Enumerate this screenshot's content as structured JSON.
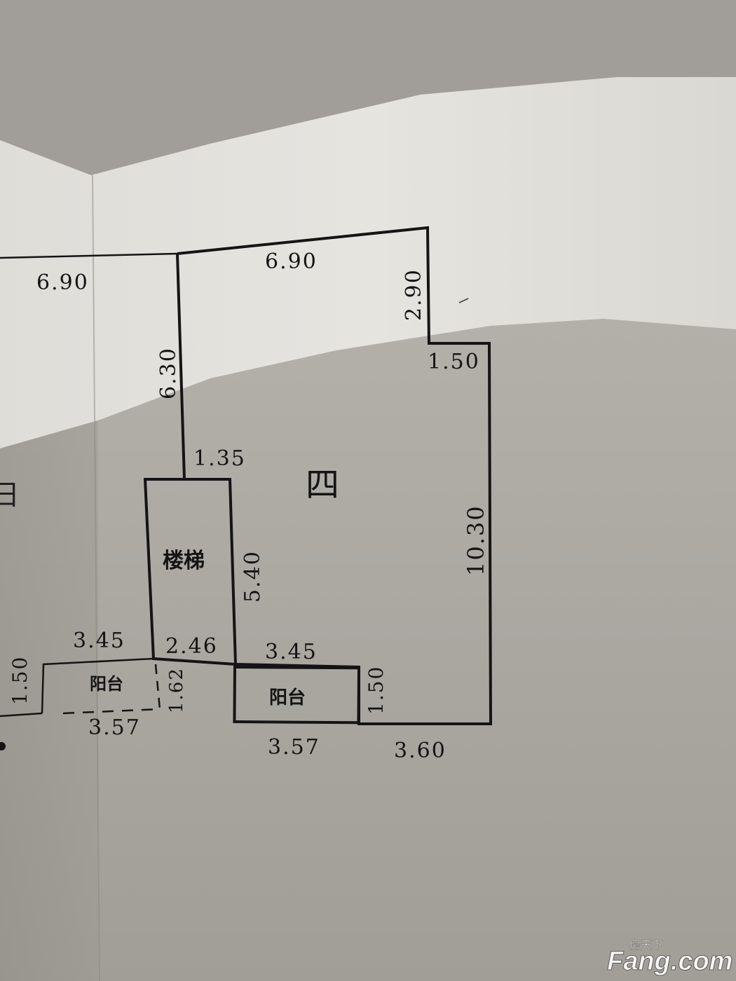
{
  "plan": {
    "room_label": "四",
    "stairs_label": "楼梯",
    "balcony_label": "阳台",
    "left_balcony_label": "阳台",
    "left_partial_char": "日",
    "dims": {
      "top_inner": "6.90",
      "top_left_partial": "6.90",
      "right_upper": "2.90",
      "step_horizontal": "1.50",
      "left_upper": "6.30",
      "notch": "1.35",
      "right_long": "10.30",
      "stairs_right": "5.40",
      "balcony_top": "3.45",
      "stairs_bottom": "2.46",
      "balcony_right": "1.50",
      "balcony_bottom": "3.57",
      "bottom_right": "3.60",
      "left_balcony_top": "3.45",
      "left_balcony_depth": "1.62",
      "left_balcony_bottom": "3.57",
      "left_edge": "1.50"
    }
  },
  "watermark": {
    "brand": "Fang.com",
    "chinese": "房天下"
  },
  "colors": {
    "paper_light": "#e4e2dd",
    "paper_shadow": "#a8a59f",
    "ink": "#141414"
  }
}
